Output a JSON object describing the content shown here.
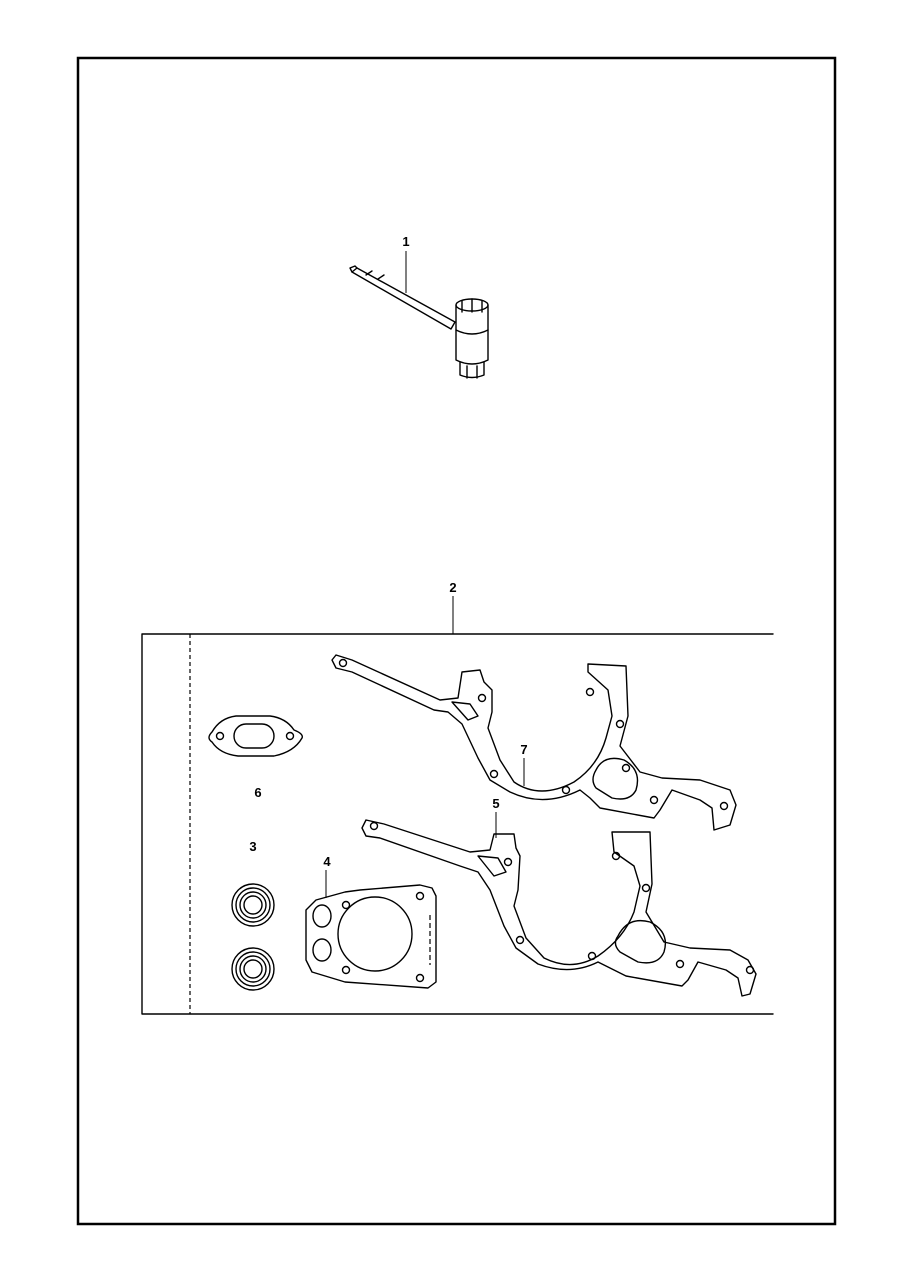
{
  "labels": {
    "part_1": "1",
    "part_2": "2",
    "part_3": "3",
    "part_4": "4",
    "part_5": "5",
    "part_6": "6",
    "part_7": "7"
  },
  "colors": {
    "line": "#000000",
    "background": "#ffffff"
  }
}
